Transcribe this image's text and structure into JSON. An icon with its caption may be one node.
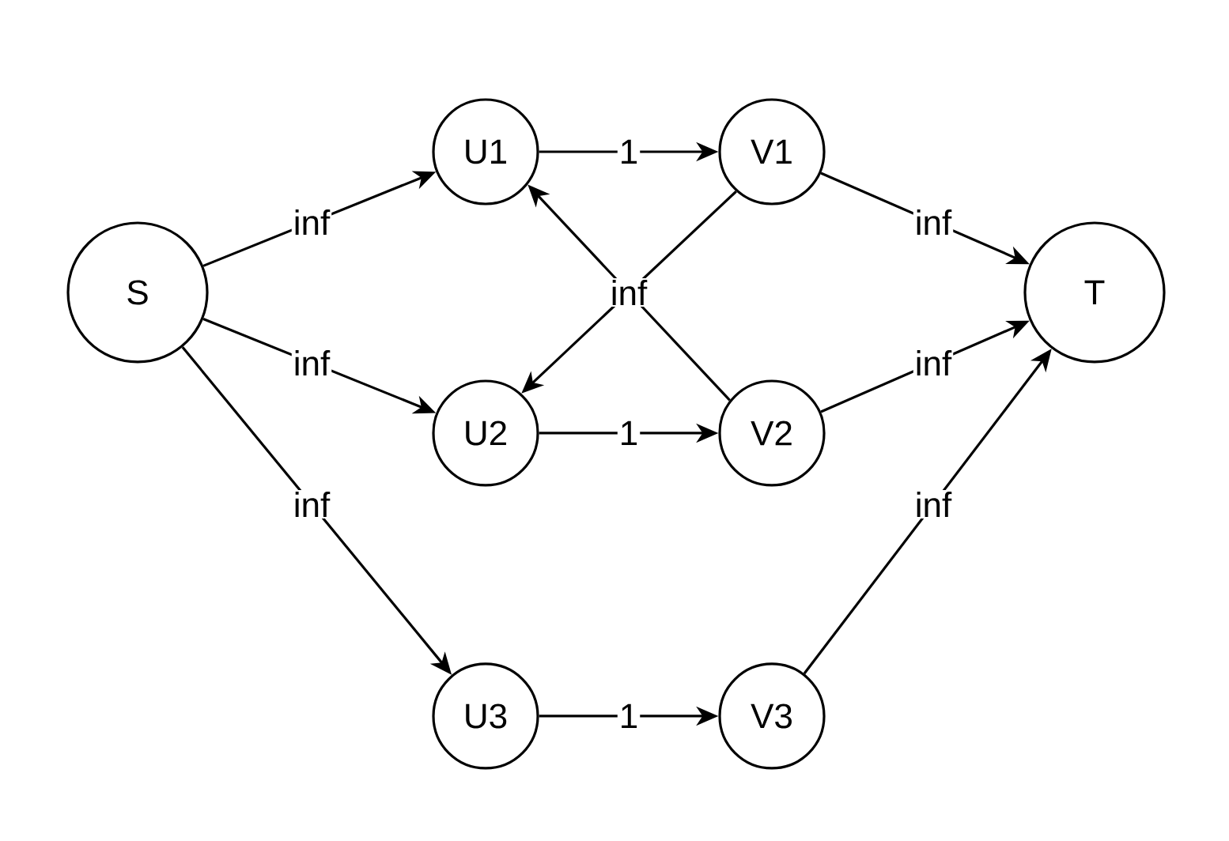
{
  "diagram": {
    "nodes": [
      {
        "text": [
          "S"
        ]
      },
      {
        "text": [
          "U1"
        ]
      },
      {
        "text": [
          "U2"
        ]
      },
      {
        "text": [
          "U3"
        ]
      },
      {
        "text": [
          "V1"
        ]
      },
      {
        "text": [
          "V2"
        ]
      },
      {
        "text": [
          "V3"
        ]
      },
      {
        "text": [
          "T"
        ]
      }
    ],
    "edges": [
      {
        "from": 0,
        "to": 1,
        "arrow": "to",
        "label": "inf"
      },
      {
        "from": 0,
        "to": 2,
        "arrow": "to",
        "label": "inf"
      },
      {
        "from": 0,
        "to": 3,
        "arrow": "to",
        "label": "inf"
      },
      {
        "from": 1,
        "to": 4,
        "arrow": "to",
        "label": "1"
      },
      {
        "from": 2,
        "to": 5,
        "arrow": "to",
        "label": "1"
      },
      {
        "from": 3,
        "to": 6,
        "arrow": "to",
        "label": "1"
      },
      {
        "from": 4,
        "to": 2,
        "arrow": "to",
        "label": "inf"
      },
      {
        "from": 5,
        "to": 1,
        "arrow": "to"
      },
      {
        "from": 4,
        "to": 7,
        "arrow": "to",
        "label": "inf"
      },
      {
        "from": 5,
        "to": 7,
        "arrow": "to",
        "label": "inf"
      },
      {
        "from": 6,
        "to": 7,
        "arrow": "to",
        "label": "inf"
      }
    ]
  }
}
